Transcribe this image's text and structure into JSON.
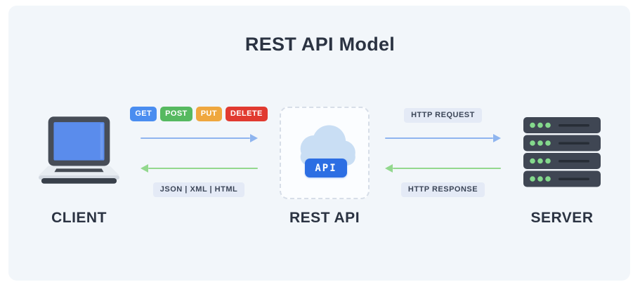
{
  "title": "REST API Model",
  "nodes": {
    "client": {
      "label": "CLIENT"
    },
    "rest_api": {
      "label": "REST API",
      "badge": "API"
    },
    "server": {
      "label": "SERVER"
    }
  },
  "left_channel": {
    "methods": [
      {
        "label": "GET",
        "color": "#4a8df0"
      },
      {
        "label": "POST",
        "color": "#56b960"
      },
      {
        "label": "PUT",
        "color": "#efa73e"
      },
      {
        "label": "DELETE",
        "color": "#e13a30"
      }
    ],
    "response_formats": "JSON | XML | HTML"
  },
  "right_channel": {
    "request_label": "HTTP REQUEST",
    "response_label": "HTTP RESPONSE"
  },
  "colors": {
    "canvas": "#f2f6fa",
    "request_arrow": "#8fb5ef",
    "response_arrow": "#93d88e",
    "api_badge": "#2c6ee3",
    "cloud": "#c9def4",
    "label_pill_bg": "#e4eaf6",
    "text_dark": "#2b3342"
  }
}
